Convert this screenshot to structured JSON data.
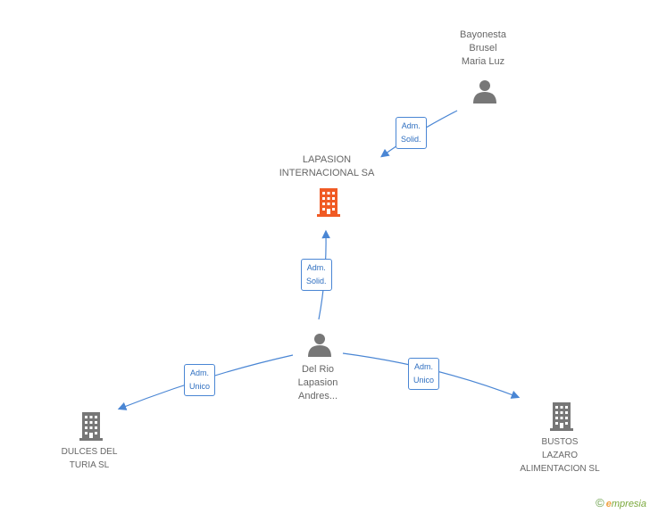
{
  "nodes": {
    "bayonesta": {
      "lines": [
        "Bayonesta",
        "Brusel",
        "Maria Luz"
      ],
      "type": "person",
      "color": "#777777"
    },
    "lapasion": {
      "lines": [
        "LAPASION",
        "INTERNACIONAL SA"
      ],
      "type": "company",
      "color": "#f05a24"
    },
    "delrio": {
      "lines": [
        "Del Rio",
        "Lapasion",
        "Andres..."
      ],
      "type": "person",
      "color": "#777777"
    },
    "dulces": {
      "lines": [
        "DULCES DEL",
        "TURIA SL"
      ],
      "type": "company",
      "color": "#777777"
    },
    "bustos": {
      "lines": [
        "BUSTOS",
        "LAZARO",
        "ALIMENTACION SL"
      ],
      "type": "company",
      "color": "#777777"
    }
  },
  "edges": [
    {
      "from": "bayonesta",
      "to": "lapasion",
      "label": [
        "Adm.",
        "Solid."
      ]
    },
    {
      "from": "delrio",
      "to": "lapasion",
      "label": [
        "Adm.",
        "Solid."
      ]
    },
    {
      "from": "delrio",
      "to": "dulces",
      "label": [
        "Adm.",
        "Unico"
      ]
    },
    {
      "from": "delrio",
      "to": "bustos",
      "label": [
        "Adm.",
        "Unico"
      ]
    }
  ],
  "brand": {
    "copyright": "©",
    "e": "e",
    "rest": "mpresia"
  },
  "colors": {
    "edge": "#4a86d4"
  }
}
